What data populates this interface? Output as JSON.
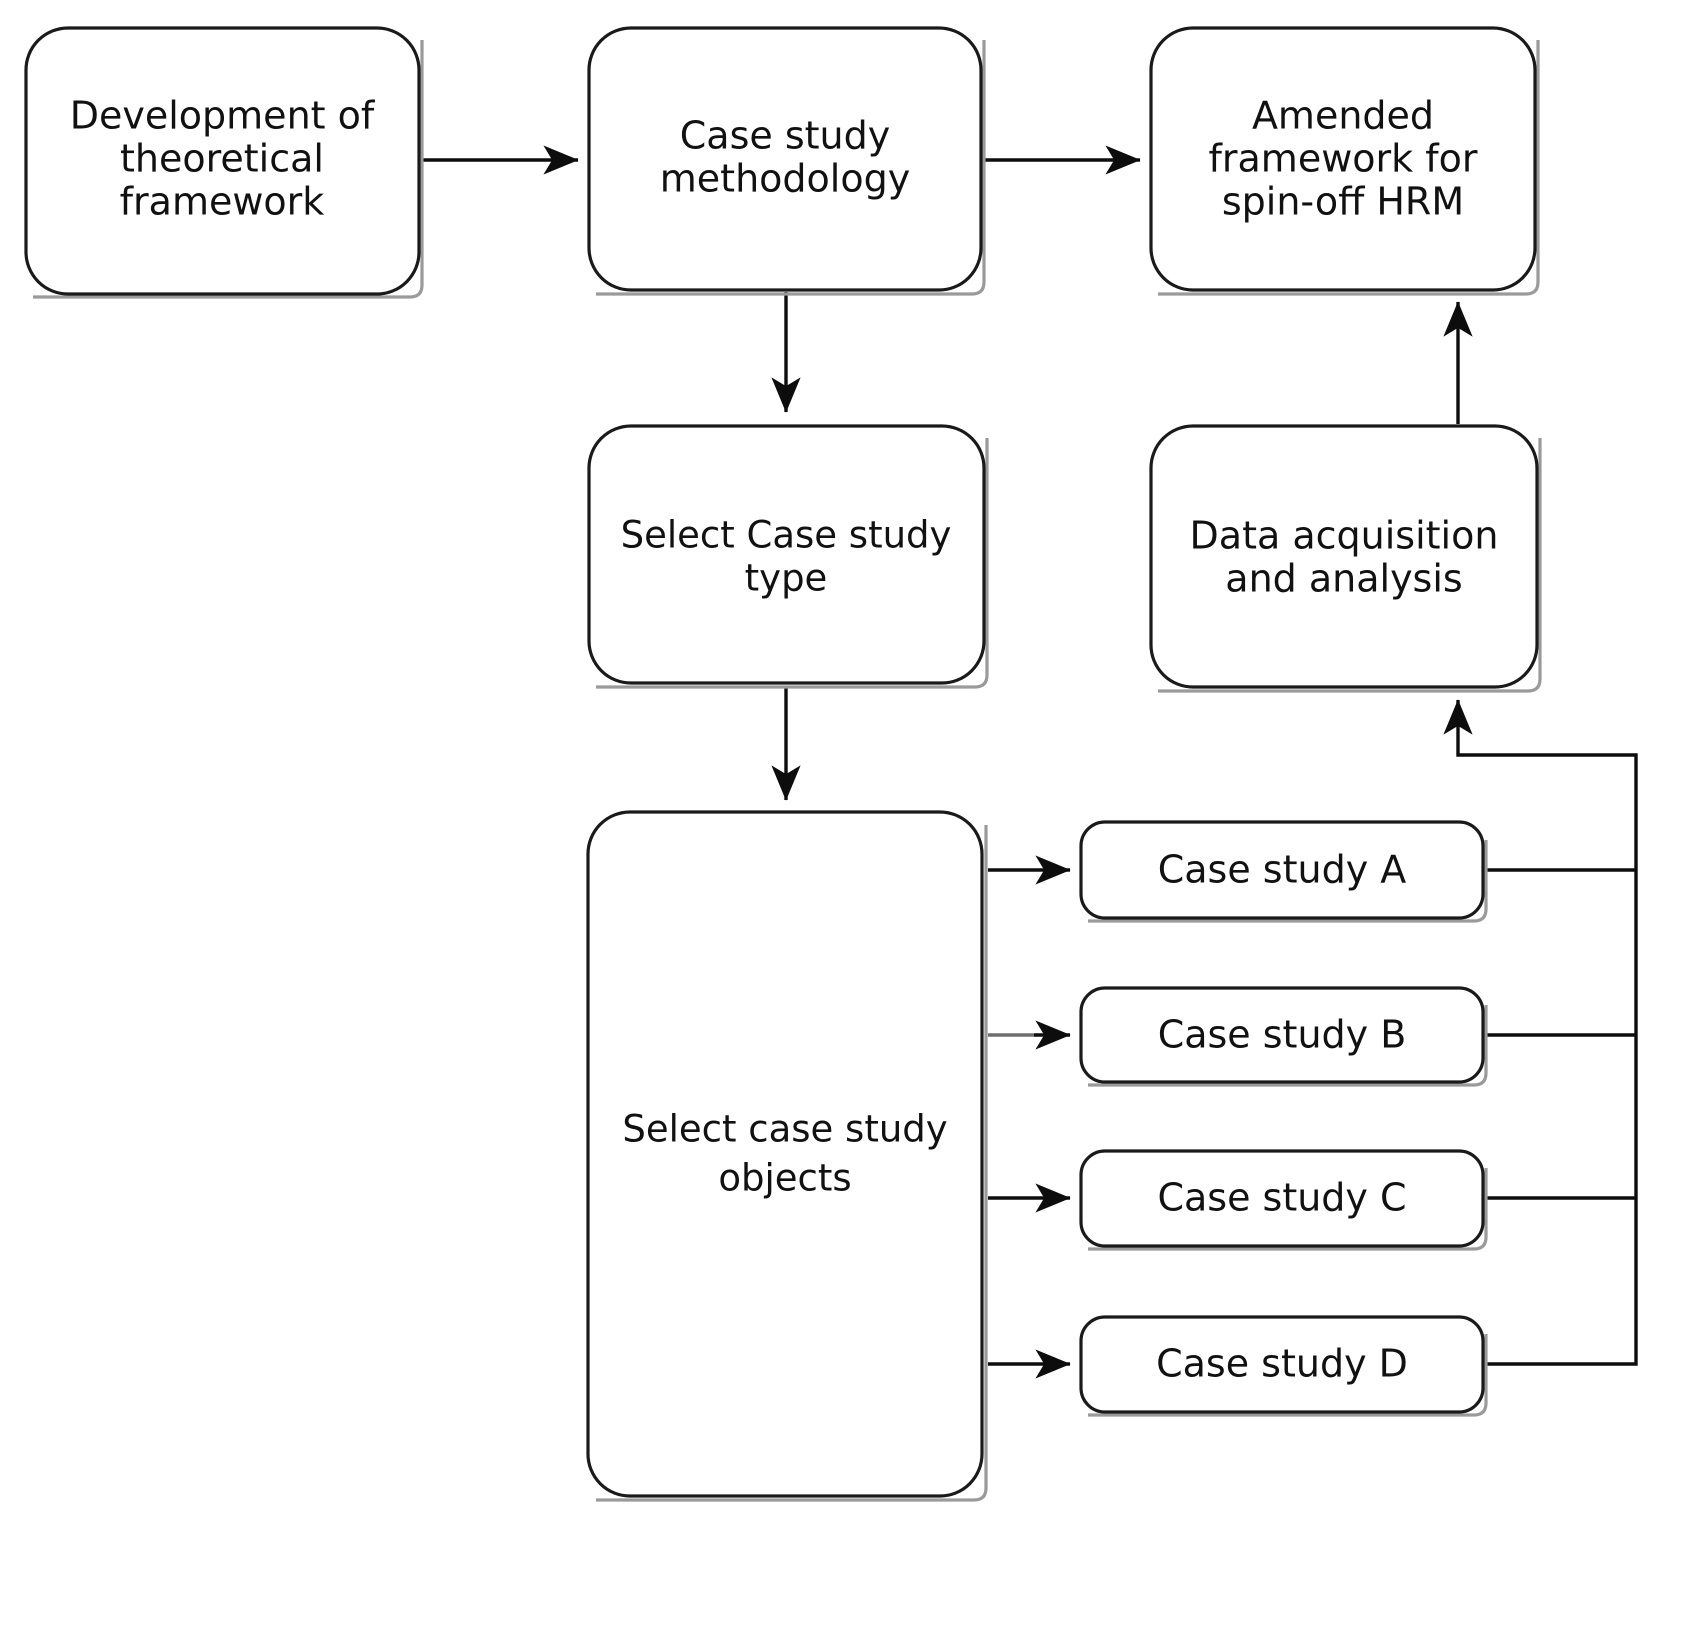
{
  "diagram": {
    "title": "Case study research methodology flowchart",
    "background_color": "#ffffff",
    "stroke_color": "#111111",
    "shadow_color": "#9a9a9a",
    "text_color": "#111111"
  },
  "nodes": {
    "development_framework": {
      "lines": [
        "Development of",
        "theoretical",
        "framework"
      ],
      "text": "Development of theoretical framework"
    },
    "case_study_methodology": {
      "lines": [
        "Case study",
        "methodology"
      ],
      "text": "Case study methodology"
    },
    "amended_framework": {
      "lines": [
        "Amended",
        "framework for",
        "spin-off HRM"
      ],
      "text": "Amended framework for spin-off HRM"
    },
    "select_case_study_type": {
      "lines": [
        "Select Case study",
        "type"
      ],
      "text": "Select Case study type"
    },
    "data_acquisition": {
      "lines": [
        "Data acquisition",
        "and analysis"
      ],
      "text": "Data acquisition and analysis"
    },
    "select_case_study_objects": {
      "lines": [
        "Select case study",
        "objects"
      ],
      "text": "Select case study objects"
    },
    "case_study_a": {
      "lines": [
        "Case study A"
      ],
      "text": "Case study A"
    },
    "case_study_b": {
      "lines": [
        "Case study B"
      ],
      "text": "Case study B"
    },
    "case_study_c": {
      "lines": [
        "Case study C"
      ],
      "text": "Case study C"
    },
    "case_study_d": {
      "lines": [
        "Case study D"
      ],
      "text": "Case study D"
    }
  },
  "edges": [
    {
      "name": "development-to-methodology",
      "from": "development_framework",
      "to": "case_study_methodology",
      "style": "arrow"
    },
    {
      "name": "methodology-to-amended",
      "from": "case_study_methodology",
      "to": "amended_framework",
      "style": "arrow"
    },
    {
      "name": "methodology-to-select-type",
      "from": "case_study_methodology",
      "to": "select_case_study_type",
      "style": "arrow"
    },
    {
      "name": "select-type-to-select-objects",
      "from": "select_case_study_type",
      "to": "select_case_study_objects",
      "style": "arrow"
    },
    {
      "name": "select-objects-to-case-a",
      "from": "select_case_study_objects",
      "to": "case_study_a",
      "style": "arrow"
    },
    {
      "name": "select-objects-to-case-b",
      "from": "select_case_study_objects",
      "to": "case_study_b",
      "style": "arrow"
    },
    {
      "name": "select-objects-to-case-c",
      "from": "select_case_study_objects",
      "to": "case_study_c",
      "style": "arrow"
    },
    {
      "name": "select-objects-to-case-d",
      "from": "select_case_study_objects",
      "to": "case_study_d",
      "style": "arrow"
    },
    {
      "name": "case-studies-to-data-acquisition",
      "from": "case_study_a,case_study_b,case_study_c,case_study_d",
      "to": "data_acquisition",
      "style": "arrow"
    },
    {
      "name": "data-acquisition-to-amended",
      "from": "data_acquisition",
      "to": "amended_framework",
      "style": "arrow"
    }
  ]
}
